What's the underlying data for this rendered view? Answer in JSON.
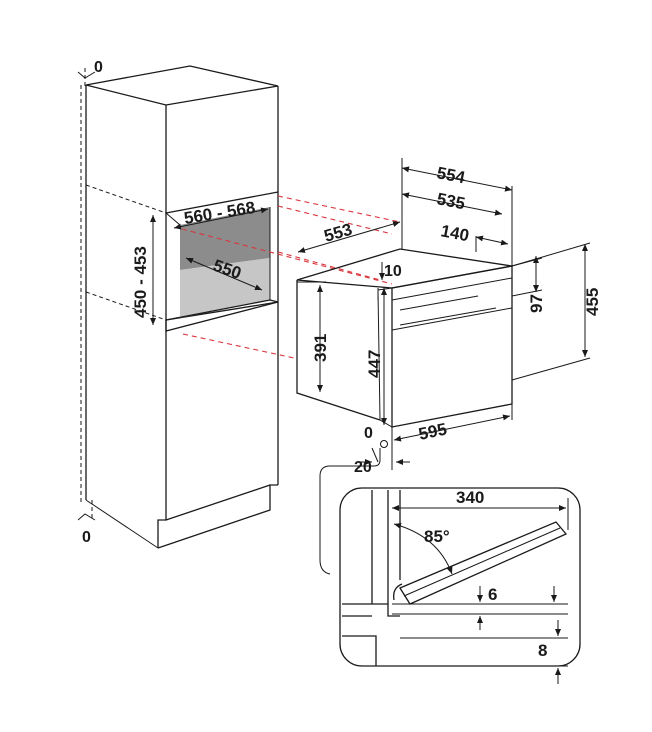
{
  "colors": {
    "line": "#1a1a1a",
    "guide": "#d9363e",
    "cavity_dark": "#8c8c8c",
    "cavity_light": "#c6c6c6",
    "background": "#ffffff"
  },
  "dimensions": {
    "cabinet_top_offset": "0",
    "cabinet_bottom_offset": "0",
    "niche_width": "560 - 568",
    "niche_height": "450 - 453",
    "niche_depth": "550",
    "oven_depth_total": "554",
    "oven_depth_body": "535",
    "oven_depth_front": "140",
    "oven_side_depth": "553",
    "top_gap": "10",
    "front_top_height": "97",
    "oven_total_height": "455",
    "body_height": "391",
    "front_height": "447",
    "oven_width": "595",
    "front_bottom_offset": "0",
    "front_projection": "20",
    "door_open_length": "340",
    "door_angle": "85°",
    "door_drop": "6",
    "door_floor_gap": "8"
  }
}
